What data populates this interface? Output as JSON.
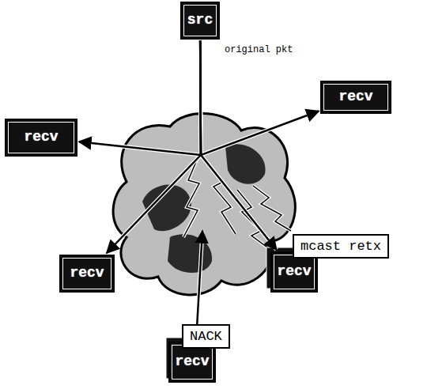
{
  "diagram": {
    "nodes": [
      {
        "text": [
          "src"
        ]
      },
      {
        "text": [
          "recv"
        ]
      },
      {
        "text": [
          "recv"
        ]
      },
      {
        "text": [
          "recv"
        ]
      },
      {
        "text": [
          "recv"
        ]
      },
      {
        "text": [
          "recv"
        ]
      }
    ],
    "edges": [
      {
        "from": 0,
        "to": 1,
        "arrow": "to"
      },
      {
        "from": 0,
        "to": 2,
        "arrow": "to"
      },
      {
        "from": 0,
        "to": 3,
        "arrow": "to"
      },
      {
        "from": 0,
        "to": 4,
        "arrow": "to"
      }
    ],
    "labels": [
      "original pkt",
      "mcast retx",
      "NACK"
    ]
  }
}
